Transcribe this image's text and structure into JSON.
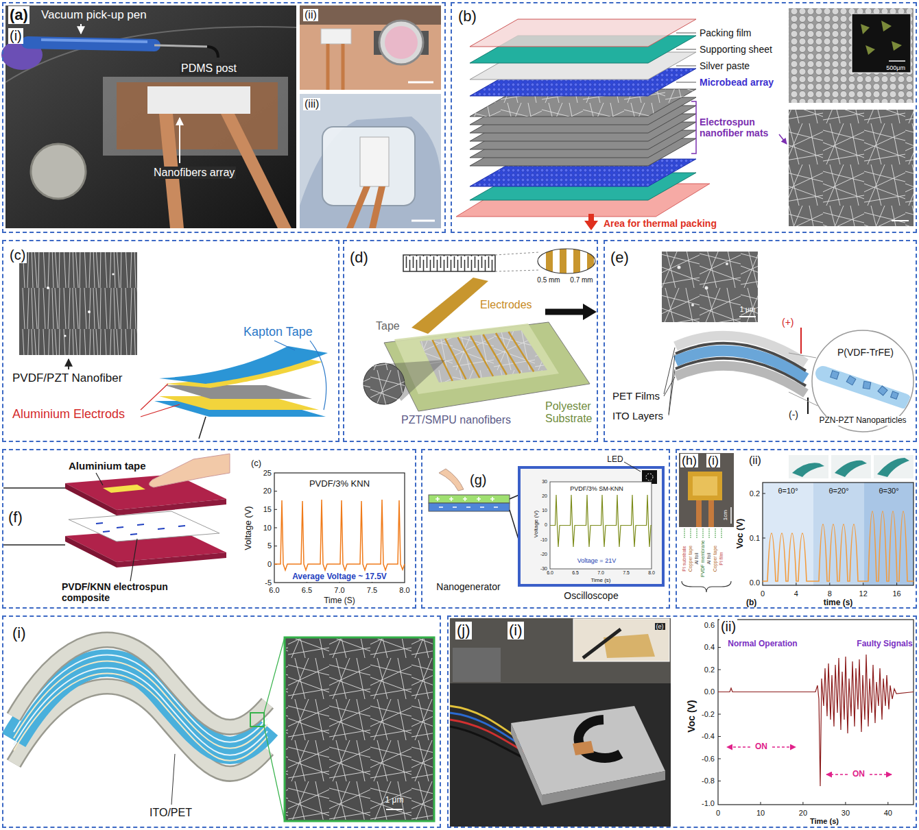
{
  "diagram": {
    "nodes": [
      {
        "text": [
          "(a)",
          "(i)",
          "Vacuum pick-up pen",
          "PDMS post",
          "Nanofibers array",
          "(ii)",
          "(iii)"
        ]
      },
      {
        "text": [
          "(b)",
          "Packing film",
          "Supporting sheet",
          "Silver paste",
          "Microbead array",
          "Electrospun nanofiber mats",
          "Area for thermal packing",
          "500μm"
        ]
      },
      {
        "text": [
          "(c)",
          "PVDF/PZT Nanofiber",
          "Kapton Tape",
          "Aluminium Electrods"
        ]
      },
      {
        "text": [
          "(d)",
          "0.5 mm",
          "0.7 mm",
          "Electrodes",
          "Tape",
          "PZT/SMPU nanofibers",
          "Polyester Substrate"
        ]
      },
      {
        "text": [
          "(e)",
          "1 μm",
          "P(VDF-TrFE)",
          "(+)",
          "PET Films",
          "ITO Layers",
          "(-)",
          "PZN-PZT Nanoparticles"
        ]
      },
      {
        "text": [
          "(f)",
          "Aluminium tape",
          "PVDF/KNN electrospun composite",
          "(c)",
          "PVDF/3% KNN",
          "25",
          "20",
          "15",
          "10",
          "5",
          "0",
          "-5",
          "Voltage (V)",
          "Average Voltage ~ 17.5V",
          "6.0",
          "6.5",
          "7.0",
          "7.5",
          "8.0",
          "Time (S)"
        ]
      },
      {
        "text": [
          "(g)",
          "LED",
          "PVDF/3% SM-KNN",
          "Voltage = 21V",
          "Voltage (V)",
          "Time (s)",
          "Nanogenerator",
          "Oscilloscope",
          "30",
          "20",
          "10",
          "0",
          "-10",
          "-20",
          "-30",
          "6.0",
          "6.5",
          "7.0",
          "7.5",
          "8.0"
        ]
      },
      {
        "text": [
          "(h)",
          "(i)",
          "1cm",
          "PI substrate",
          "Copper tape",
          "Al foil",
          "PVDF membrane",
          "Al foil",
          "Copper tape",
          "PI film",
          "(ii)",
          "θ=10°",
          "θ=20°",
          "θ=30°",
          "Voc (V)",
          "0.2",
          "0.1",
          "0.0",
          "0",
          "4",
          "8",
          "12",
          "16",
          "time (s)",
          "(b)"
        ]
      },
      {
        "text": [
          "(i)",
          "ITO/PET",
          "1 μm"
        ]
      },
      {
        "text": [
          "(j)",
          "(i)",
          "(e)",
          "(ii)",
          "Normal Operation",
          "Faulty Signals",
          "ON",
          "ON",
          "Voc (V)",
          "0.6",
          "0.4",
          "0.2",
          "0.0",
          "-0.2",
          "-0.4",
          "-0.6",
          "-0.8",
          "-1.0",
          "0",
          "10",
          "20",
          "30",
          "40",
          "Time (s)"
        ]
      }
    ]
  }
}
